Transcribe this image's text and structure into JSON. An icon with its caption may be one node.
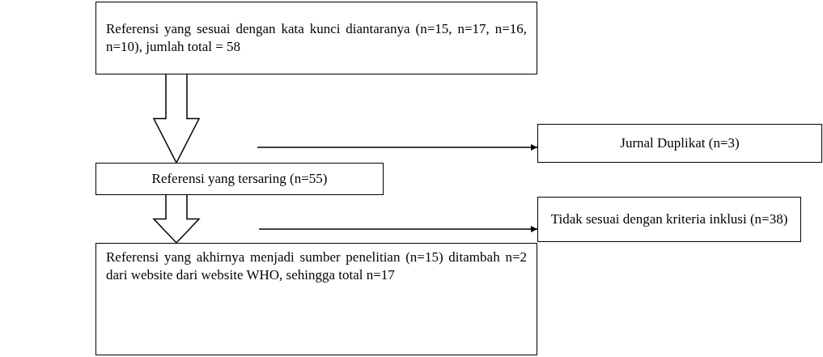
{
  "diagram": {
    "nodes": [
      {
        "text": [
          "Referensi yang sesuai dengan kata kunci diantaranya (n=15, n=17, n=16, n=10), jumlah total = 58"
        ]
      },
      {
        "text": [
          "Referensi yang tersaring (n=55)"
        ]
      },
      {
        "text": [
          "Referensi yang akhirnya menjadi sumber penelitian (n=15) ditambah n=2 dari website dari website WHO, sehingga total n=17"
        ]
      },
      {
        "text": [
          "Jurnal Duplikat (n=3)"
        ]
      },
      {
        "text": [
          "Tidak sesuai dengan kriteria inklusi (n=38)"
        ]
      }
    ],
    "edges": [
      {
        "from": 0,
        "to": 1,
        "arrow": "to"
      },
      {
        "from": 1,
        "to": 2,
        "arrow": "to"
      },
      {
        "from": null,
        "to": 3,
        "arrow": "to"
      },
      {
        "from": null,
        "to": 4,
        "arrow": "to"
      }
    ]
  }
}
